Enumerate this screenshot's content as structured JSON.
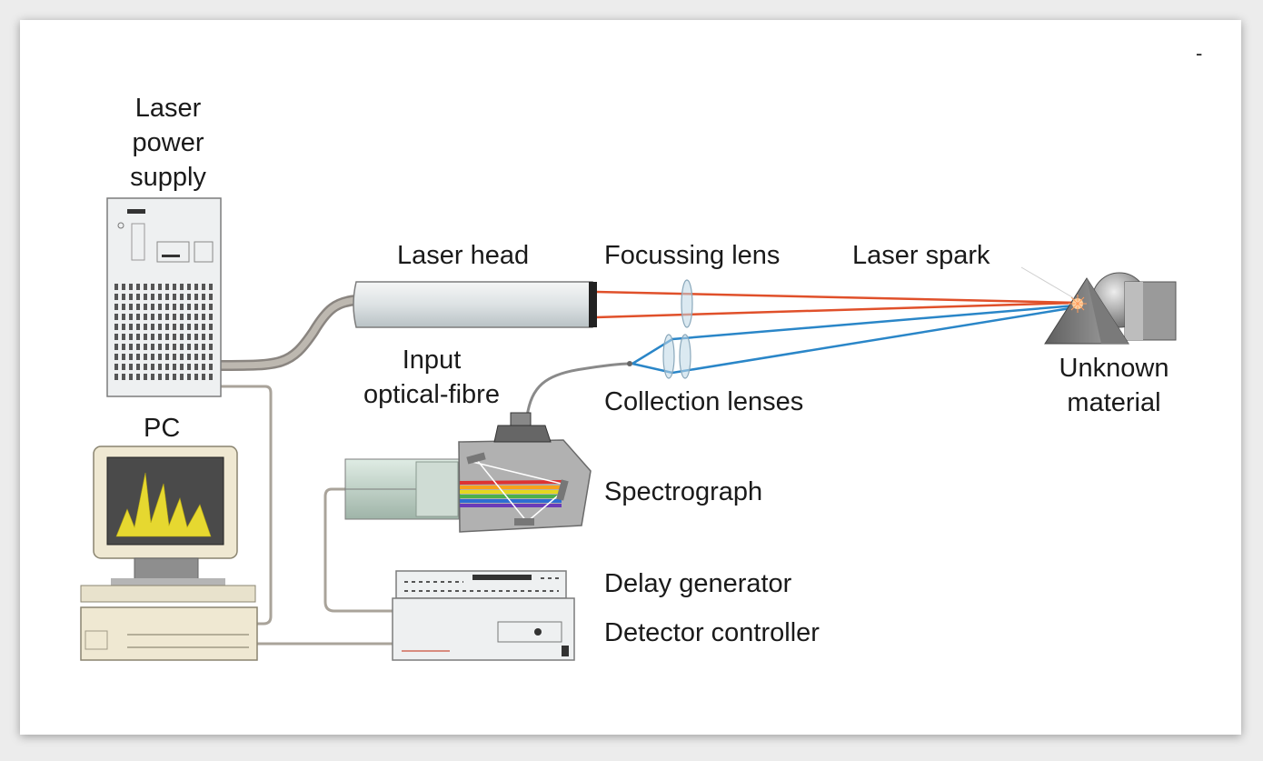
{
  "labels": {
    "laser_power_supply": [
      "Laser",
      "power",
      "supply"
    ],
    "laser_head": "Laser head",
    "focussing_lens": "Focussing lens",
    "laser_spark": "Laser spark",
    "input_optical_fibre": [
      "Input",
      "optical-fibre"
    ],
    "collection_lenses": "Collection lenses",
    "unknown_material": [
      "Unknown",
      "material"
    ],
    "pc": "PC",
    "spectrograph": "Spectrograph",
    "delay_generator": "Delay generator",
    "detector_controller": "Detector controller",
    "corner_mark": "-"
  },
  "colors": {
    "laser_beam": "#e0502a",
    "collection_beam": "#2a86c8",
    "cable": "#a9a39a",
    "equipment": "#ebeef0",
    "outline": "#7c7c7c"
  }
}
